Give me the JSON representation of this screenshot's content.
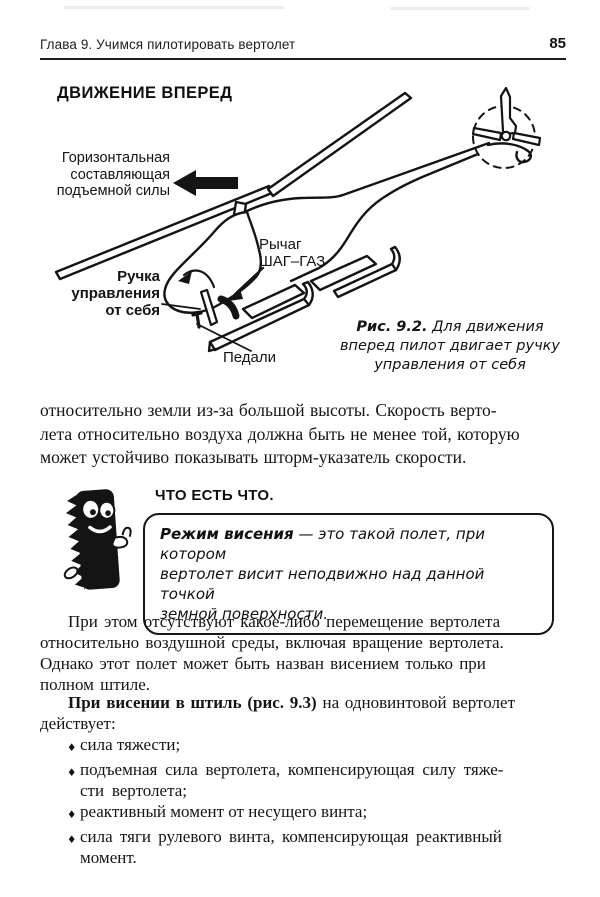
{
  "header": {
    "chapter_title": "Глава 9. Учимся пилотировать вертолет",
    "page_number": "85"
  },
  "figure": {
    "heading": "ДВИЖЕНИЕ ВПЕРЕД",
    "label_lift": "Горизонтальная\nсоставляющая\nподъемной силы",
    "label_collective": "Рычаг\nШАГ–ГАЗ",
    "label_stick": "Ручка\nуправления\nот себя",
    "label_pedals": "Педали",
    "caption_ref": "Рис. 9.2.",
    "caption_line1_rest": " Для движения",
    "caption_line2": "вперед пилот двигает ручку",
    "caption_line3": "управления от себя"
  },
  "body": {
    "p1": "относительно земли из-за большой высоты. Скорость верто-\nлета относительно воздуха должна быть не менее той, которую\nможет устойчиво показывать шторм-указатель скорости.",
    "p2": "При этом отсутствуют какое-либо перемещение вертолета\nотносительно воздушной среды, включая вращение вертолета.\nОднако этот полет может быть назван висением только при\nполном штиле.",
    "p3_bold": "При висении в штиль (рис. 9.3)",
    "p3_rest": " на одновинтовой вертолет\nдействует:",
    "bullets": [
      {
        "marker": "♦",
        "text": "сила тяжести;"
      },
      {
        "marker": "♦",
        "text": "подъемная сила вертолета, компенсирующая силу тяже-\nсти вертолета;"
      },
      {
        "marker": "♦",
        "text": "реактивный момент от несущего винта;"
      },
      {
        "marker": "♦",
        "text": "сила тяги рулевого винта, компенсирующая реактивный\nмомент."
      }
    ]
  },
  "what_is_what": {
    "title": "ЧТО ЕСТЬ ЧТО.",
    "term": "Режим висения",
    "definition_rest": " — это такой полет, при котором\nвертолет висит неподвижно над данной точкой\nземной поверхности."
  },
  "colors": {
    "ink": "#161616",
    "paper": "#ffffff"
  }
}
